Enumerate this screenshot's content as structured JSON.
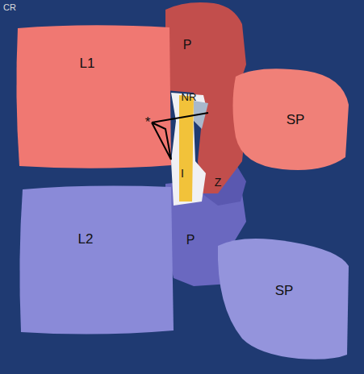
{
  "diagram": {
    "labels": [
      "CR",
      "L1",
      "P",
      "NR",
      "SP",
      "*",
      "I",
      "Z",
      "L2",
      "P",
      "SP"
    ]
  }
}
